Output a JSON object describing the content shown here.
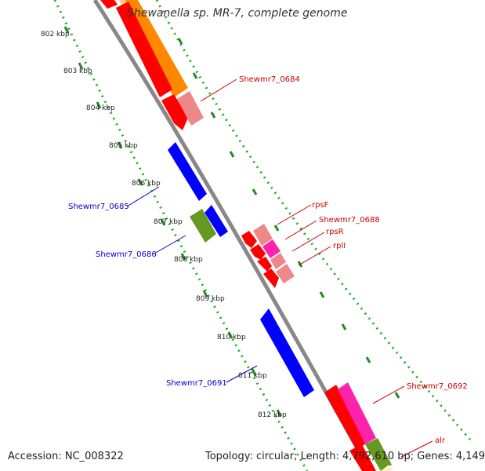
{
  "title": "Shewanella sp. MR-7, complete genome",
  "accession_text": "Accession: NC_008322",
  "summary_text": "Topology: circular; Length: 4,792,610 bp; Genes: 4,149",
  "colors": {
    "backbone": "#888888",
    "tick_dots": "#22aa22",
    "tick_major": "#228822",
    "forward_label": "#cc0000",
    "reverse_label": "#0000cc",
    "cds_forward": "#ff0000",
    "cds_reverse": "#0000ff",
    "rna": "#ff8800",
    "gene_pink": "#ee8888",
    "gene_magenta": "#ff22aa",
    "gene_olive": "#669922"
  },
  "kbp_labels": [
    "802 kbp",
    "803 kbp",
    "804 kbp",
    "805 kbp",
    "806 kbp",
    "807 kbp",
    "808 kbp",
    "809 kbp",
    "810 kbp",
    "811 kbp",
    "812 kbp"
  ],
  "features": [
    {
      "id": "f1",
      "strand": "forward",
      "type": "cds",
      "color": "#ff0000"
    },
    {
      "id": "f2",
      "strand": "forward",
      "type": "cds",
      "color": "#ff8800"
    },
    {
      "id": "f3",
      "strand": "forward",
      "type": "gene",
      "color": "#ee8888"
    },
    {
      "id": "f4",
      "strand": "forward",
      "type": "cds",
      "color": "#ff0000"
    },
    {
      "id": "f5",
      "strand": "reverse",
      "type": "cds",
      "color": "#0000ff"
    },
    {
      "id": "f6",
      "strand": "reverse",
      "type": "cds",
      "color": "#0000ff"
    },
    {
      "id": "f7",
      "strand": "reverse",
      "type": "gene",
      "color": "#669922"
    },
    {
      "id": "f8",
      "strand": "forward",
      "type": "cds",
      "color": "#ff0000"
    },
    {
      "id": "f9",
      "strand": "forward",
      "type": "gene",
      "color": "#ee8888"
    },
    {
      "id": "f10",
      "strand": "forward",
      "type": "gene",
      "color": "#ff22aa"
    },
    {
      "id": "f11",
      "strand": "forward",
      "type": "gene",
      "color": "#ee8888"
    },
    {
      "id": "f12",
      "strand": "forward",
      "type": "cds",
      "color": "#ff0000"
    },
    {
      "id": "f13",
      "strand": "reverse",
      "type": "cds",
      "color": "#0000ff"
    },
    {
      "id": "f14",
      "strand": "forward",
      "type": "cds",
      "color": "#ff0000"
    },
    {
      "id": "f15",
      "strand": "forward",
      "type": "gene",
      "color": "#ff22aa"
    },
    {
      "id": "f16",
      "strand": "forward",
      "type": "gene",
      "color": "#669922"
    }
  ],
  "gene_labels": [
    {
      "text": "Shewmr7_0684",
      "strand": "forward"
    },
    {
      "text": "Shewmr7_0685",
      "strand": "reverse"
    },
    {
      "text": "Shewmr7_0686",
      "strand": "reverse"
    },
    {
      "text": "rpsF",
      "strand": "forward"
    },
    {
      "text": "Shewmr7_0688",
      "strand": "forward"
    },
    {
      "text": "rpsR",
      "strand": "forward"
    },
    {
      "text": "rplI",
      "strand": "forward"
    },
    {
      "text": "Shewmr7_0691",
      "strand": "reverse"
    },
    {
      "text": "Shewmr7_0692",
      "strand": "forward"
    },
    {
      "text": "alr",
      "strand": "forward"
    }
  ]
}
